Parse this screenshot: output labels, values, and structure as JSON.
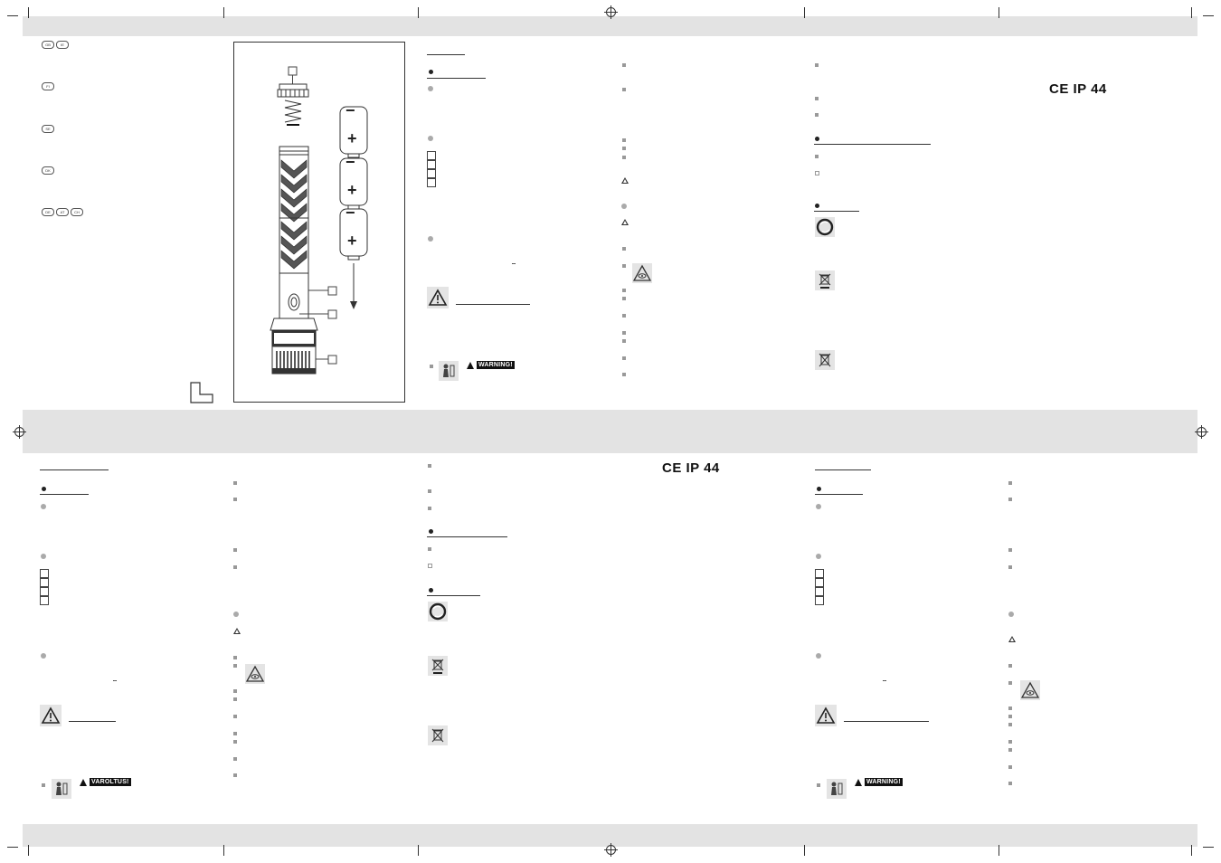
{
  "languages_column": {
    "groups": [
      {
        "codes": [
          "GB",
          "IE"
        ]
      },
      {
        "codes": [
          "FI"
        ]
      },
      {
        "codes": [
          "SE"
        ]
      },
      {
        "codes": [
          "DK"
        ]
      },
      {
        "codes": [
          "DE",
          "AT",
          "CH"
        ]
      }
    ]
  },
  "figure": {
    "battery_minus": "−",
    "battery_plus": "+"
  },
  "marks": {
    "ce_ip_text": "IP 44",
    "ce_symbol": "CE",
    "dc_symbol": "⎓"
  },
  "warnings": {
    "en_label": "WARNING!",
    "fi_label": "VAROLTUS!",
    "da_label": "WARNING!"
  },
  "icons": {
    "recycle": "recycle-icon",
    "bin": "crossed-out-bin-icon",
    "eye_hazard": "eye-hazard-icon",
    "child": "child-warning-icon",
    "caution": "caution-triangle-icon"
  },
  "colors": {
    "band": "#e3e3e3",
    "ink": "#222222",
    "bullet_grey": "#999999",
    "icon_bg": "#e4e4e4"
  }
}
